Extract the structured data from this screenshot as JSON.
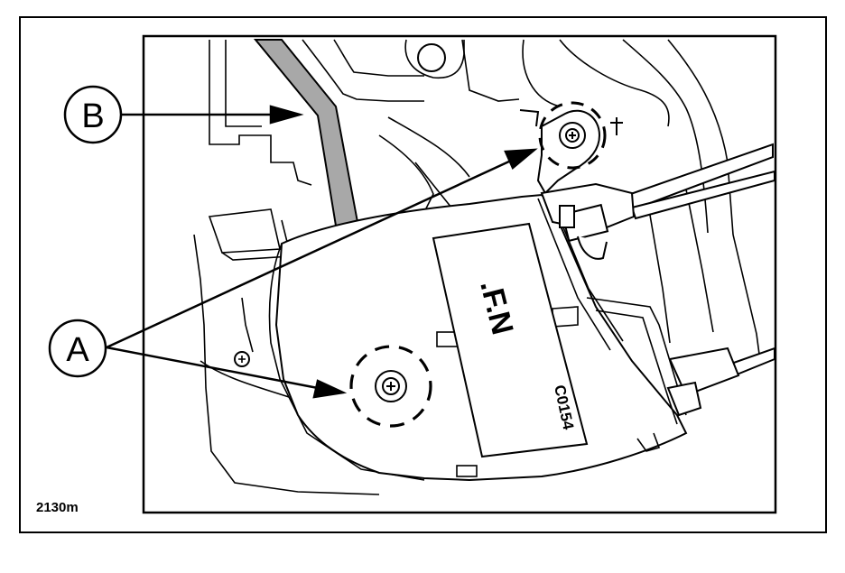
{
  "figure": {
    "ref_code": "2130m",
    "part_marking": ".F.N",
    "part_code": "C0154"
  },
  "callouts": [
    {
      "id": "A",
      "label": "A"
    },
    {
      "id": "B",
      "label": "B"
    }
  ],
  "colors": {
    "line": "#000000",
    "cable_fill": "#a8a8a8",
    "background": "#ffffff"
  }
}
